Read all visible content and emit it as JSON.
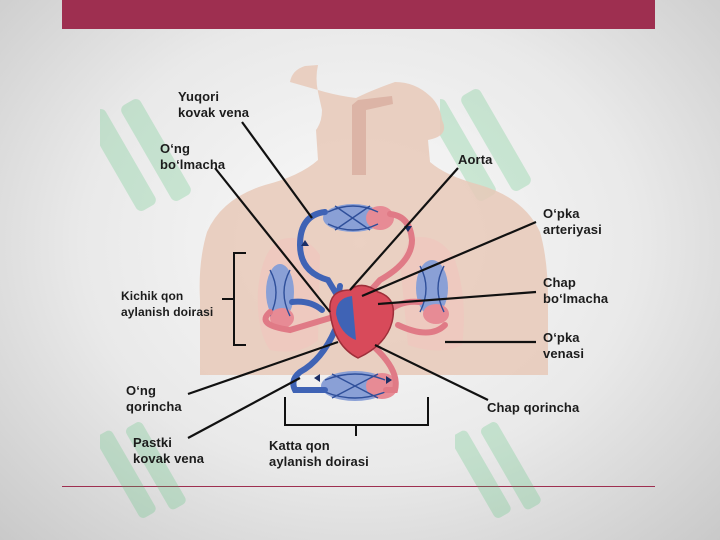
{
  "labels": {
    "superior_vena_cava": [
      "Yuqori",
      "kovak vena"
    ],
    "right_atrium": [
      "O‘ng",
      "bo‘lmacha"
    ],
    "aorta": [
      "Aorta"
    ],
    "pulmonary_artery": [
      "O‘pka",
      "arteriyasi"
    ],
    "pulmonary_circulation": [
      "Kichik qon",
      "aylanish doirasi"
    ],
    "left_atrium": [
      "Chap",
      "bo‘lmacha"
    ],
    "pulmonary_vein": [
      "O‘pka",
      "venasi"
    ],
    "right_ventricle": [
      "O‘ng",
      "qorincha"
    ],
    "left_ventricle": [
      "Chap qorincha"
    ],
    "inferior_vena_cava": [
      "Pastki",
      "kovak vena"
    ],
    "systemic_circulation": [
      "Katta qon",
      "aylanish doirasi"
    ]
  },
  "colors": {
    "accent_bar": "#9e2f50",
    "venous_blood": "#3f63b5",
    "arterial_blood": "#e07a86",
    "body_silhouette": "#e8c9b8",
    "leader_line": "#111111"
  }
}
